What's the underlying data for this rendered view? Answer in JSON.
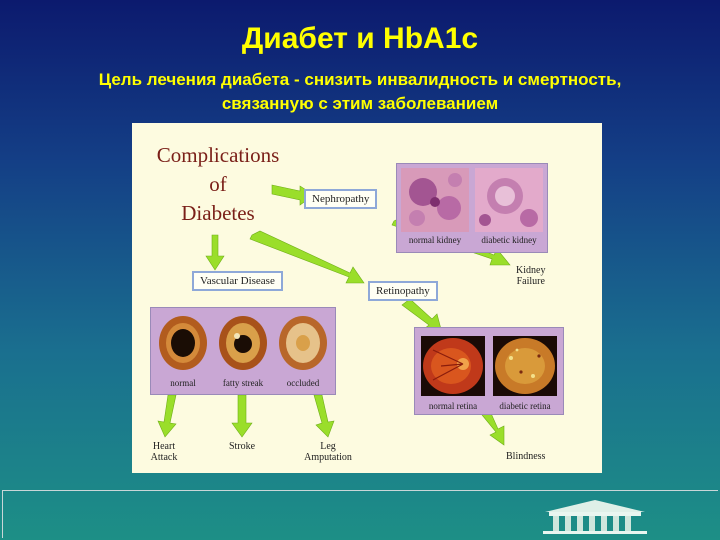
{
  "slide": {
    "title": "Диабет и HbA1c",
    "subtitle_line1": "Цель лечения диабета - снизить инвалидность и смертность,",
    "subtitle_line2": "связанную с этим заболеванием"
  },
  "figure": {
    "title_line1": "Complications",
    "title_line2": "of",
    "title_line3": "Diabetes",
    "nephropathy": "Nephropathy",
    "vascular": "Vascular Disease",
    "retinopathy": "Retinopathy",
    "kidney_captions": [
      "normal kidney",
      "diabetic kidney"
    ],
    "kidney_failure_line1": "Kidney",
    "kidney_failure_line2": "Failure",
    "artery_captions": [
      "normal",
      "fatty streak",
      "occluded"
    ],
    "retina_captions": [
      "normal retina",
      "diabetic retina"
    ],
    "blindness": "Blindness",
    "outcomes": [
      {
        "line1": "Heart",
        "line2": "Attack"
      },
      {
        "line1": "Stroke",
        "line2": ""
      },
      {
        "line1": "Leg",
        "line2": "Amputation"
      }
    ],
    "colors": {
      "arrow": "#9ade2a",
      "title": "#7a1f18",
      "panel": "#c9a7d4",
      "heading": "#ffff00"
    }
  }
}
